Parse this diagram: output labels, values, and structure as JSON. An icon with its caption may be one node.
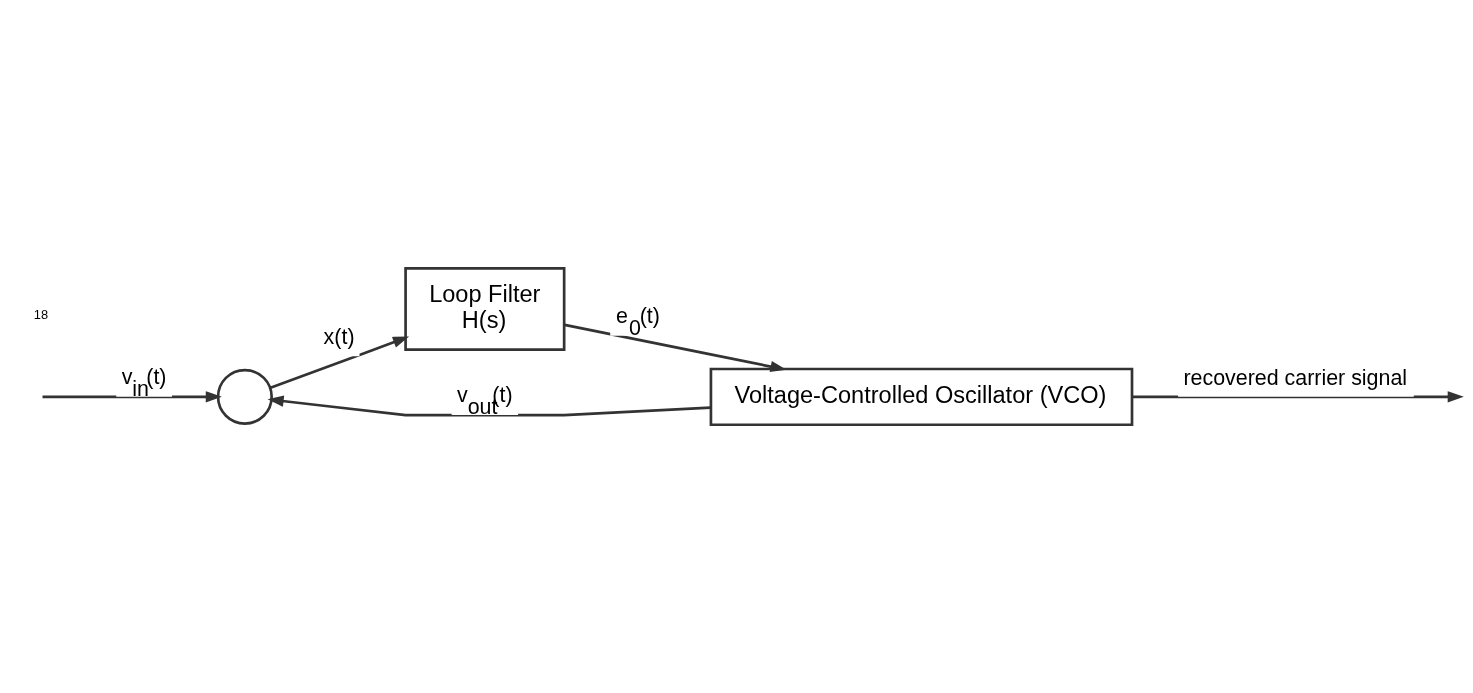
{
  "diagram": {
    "nodes": [
      {
        "text": [],
        "shape": "circle"
      },
      {
        "text": [
          "Loop Filter",
          "H(s)"
        ]
      },
      {
        "text": [
          "Voltage-Controlled Oscillator (VCO)"
        ]
      }
    ],
    "edges": [
      {
        "from": null,
        "to": 0,
        "arrow": "to",
        "label": "v$_{in}$(t)"
      },
      {
        "from": 0,
        "to": 1,
        "arrow": "to",
        "label": "x(t)"
      },
      {
        "from": 1,
        "to": 2,
        "arrow": "to",
        "label": "e$_{0}$(t)"
      },
      {
        "from": 2,
        "to": 0,
        "arrow": "to",
        "label": "v$_{out}$(t)"
      },
      {
        "from": 2,
        "to": null,
        "arrow": "to",
        "label": "recovered carrier signal"
      }
    ],
    "labels": [
      "18"
    ]
  }
}
